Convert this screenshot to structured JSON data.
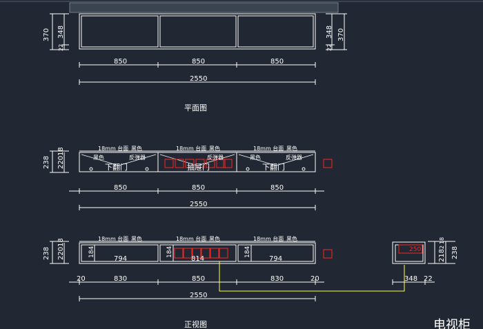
{
  "colors": {
    "background": "#212833",
    "lines": "#ffffff",
    "highlight": "#ff2222",
    "leader": "#ffff33",
    "title_bar": "#3a4350"
  },
  "plan": {
    "dims_left": [
      "370",
      "348",
      "22"
    ],
    "dims_right": [
      "348",
      "22",
      "370"
    ],
    "segments": [
      "850",
      "850",
      "850"
    ],
    "total": "2550",
    "title": "平面图"
  },
  "elevation1": {
    "dims_left": [
      "238",
      "220",
      "18"
    ],
    "annotations": [
      {
        "top": "18mm 台面",
        "color": "黑色",
        "label_left": "黑色",
        "label_right": "反弹器",
        "door": "下翻门"
      },
      {
        "top": "18mm 台面",
        "color": "黑色",
        "label_left": "",
        "label_right": "反弹器",
        "door": "抽屉门"
      },
      {
        "top": "18mm 台面",
        "color": "黑色",
        "label_left": "黑色",
        "label_right": "反弹器",
        "door": "下翻门"
      }
    ],
    "segments": [
      "850",
      "850",
      "850"
    ],
    "total": "2550"
  },
  "elevation2": {
    "dims_left": [
      "238",
      "220",
      "18"
    ],
    "annotations": [
      {
        "top": "18mm 台面",
        "color": "黑色",
        "inner_h": "184",
        "inner_w": "794"
      },
      {
        "top": "18mm 台面",
        "color": "黑色",
        "inner_h": "184",
        "inner_w": "814"
      },
      {
        "top": "18mm 台面",
        "color": "黑色",
        "inner_h": "184",
        "inner_w": "794"
      }
    ],
    "bottom_dims": [
      "20",
      "830",
      "850",
      "830",
      "20"
    ],
    "total": "2550",
    "title": "正视图"
  },
  "side_view": {
    "inner_label": "250",
    "dims_right": [
      "218",
      "2",
      "18",
      "238"
    ],
    "bottom_dims": [
      "348",
      "22"
    ],
    "title": "电视柜"
  }
}
